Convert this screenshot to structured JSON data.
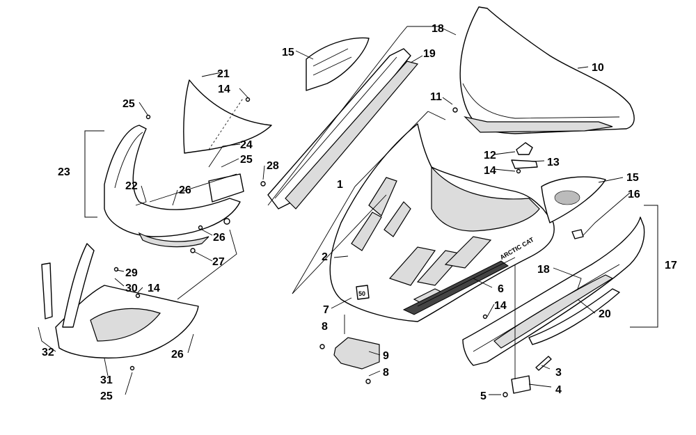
{
  "callouts": {
    "c1": "1",
    "c2": "2",
    "c3": "3",
    "c4": "4",
    "c5": "5",
    "c6": "6",
    "c7": "7",
    "c8a": "8",
    "c8b": "8",
    "c9": "9",
    "c10": "10",
    "c11": "11",
    "c12": "12",
    "c13": "13",
    "c14a": "14",
    "c14b": "14",
    "c14c": "14",
    "c14d": "14",
    "c15a": "15",
    "c15b": "15",
    "c16": "16",
    "c17": "17",
    "c18a": "18",
    "c18b": "18",
    "c19": "19",
    "c20": "20",
    "c21": "21",
    "c22": "22",
    "c23": "23",
    "c24": "24",
    "c25a": "25",
    "c25b": "25",
    "c25c": "25",
    "c26a": "26",
    "c26b": "26",
    "c26c": "26",
    "c27": "27",
    "c28": "28",
    "c29": "29",
    "c30": "30",
    "c31": "31",
    "c32": "32"
  },
  "hood_brand_text": "ARCTIC CAT",
  "emblem_text": "50"
}
